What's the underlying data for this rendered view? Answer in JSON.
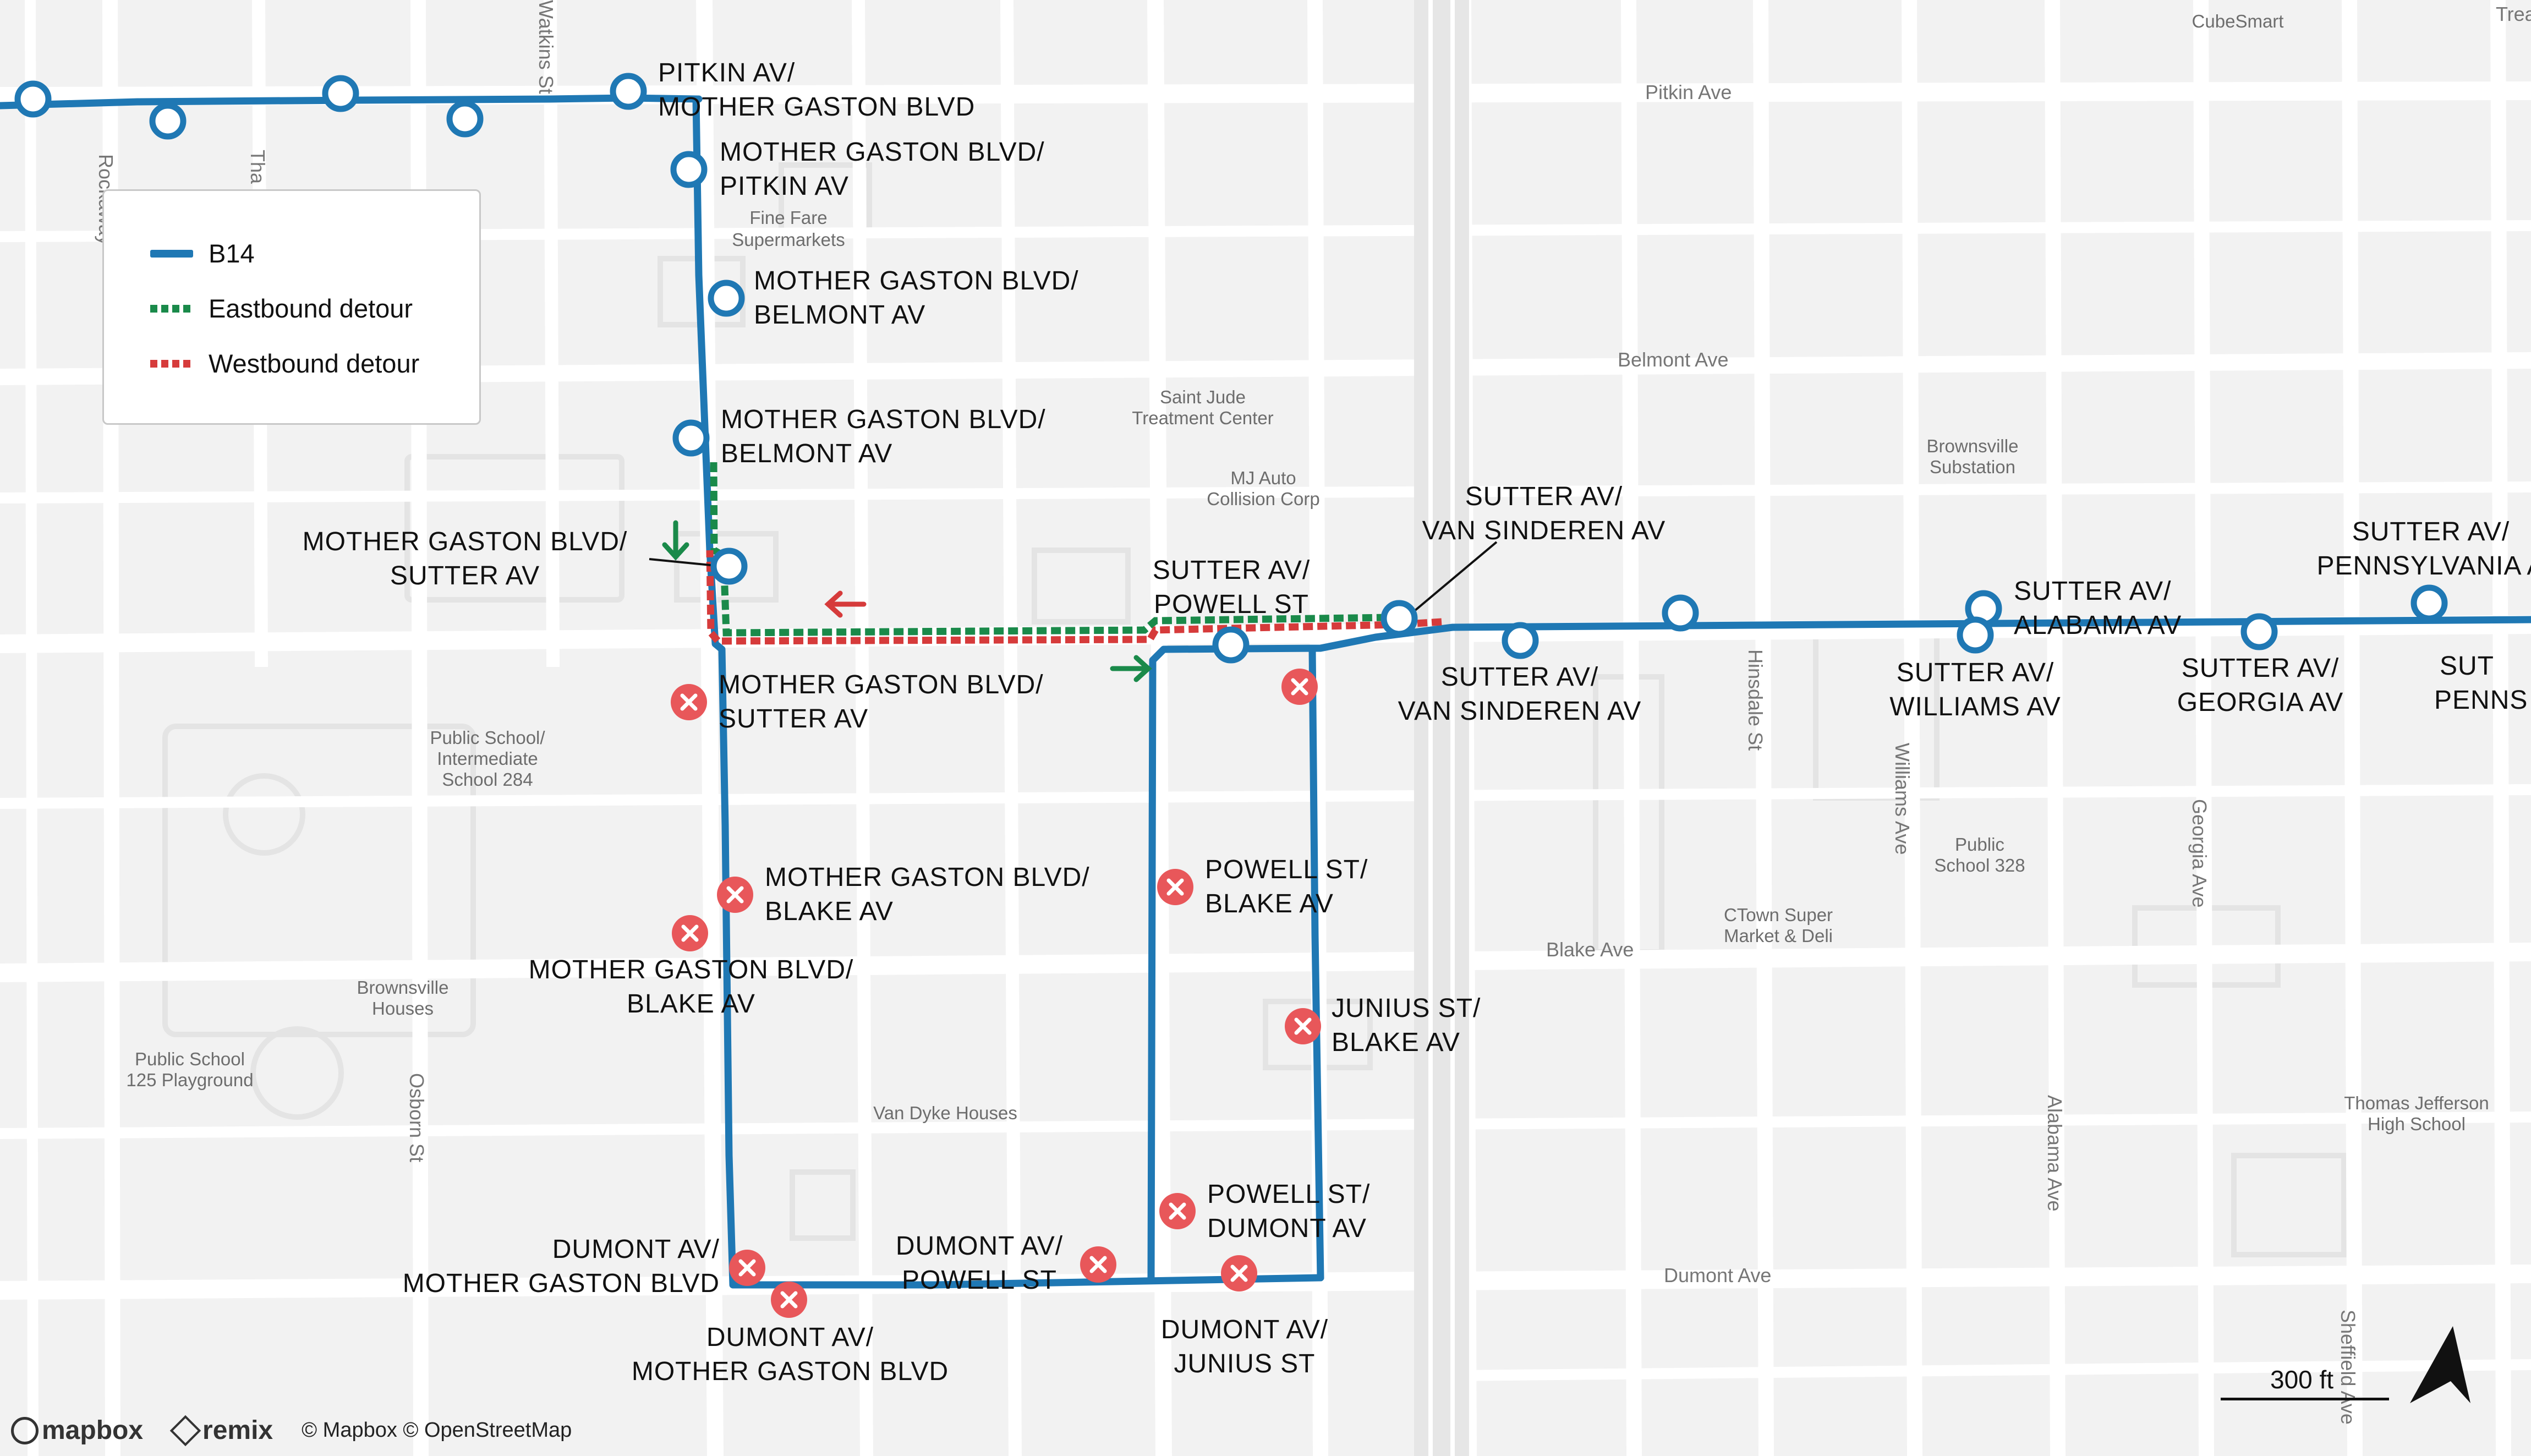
{
  "legend": {
    "items": [
      {
        "label": "B14",
        "kind": "route"
      },
      {
        "label": "Eastbound detour",
        "kind": "east"
      },
      {
        "label": "Westbound detour",
        "kind": "west"
      }
    ]
  },
  "colors": {
    "route": "#1f78b4",
    "eastbound_detour": "#1a8a4a",
    "westbound_detour": "#d63b3b",
    "closed_stop": "#e8575a",
    "street": "#ffffff",
    "background": "#f2f2f2"
  },
  "streets": {
    "pitkin": "Pitkin Ave",
    "belmont": "Belmont Ave",
    "blake": "Blake Ave",
    "dumont": "Dumont Ave",
    "hinsdale": "Hinsdale St",
    "williams": "Williams Ave",
    "georgia": "Georgia Ave",
    "alabama": "Alabama Ave",
    "sheffield": "Sheffield Ave",
    "osborn": "Osborn St",
    "watkins": "Watkins St",
    "rockaway": "Rockaway",
    "thatford": "Tha",
    "trea": "Trea"
  },
  "pois": {
    "cubesmart": "CubeSmart",
    "fine_fare_1": "Fine Fare",
    "fine_fare_2": "Supermarkets",
    "saint_jude_1": "Saint Jude",
    "saint_jude_2": "Treatment Center",
    "mj_auto_1": "MJ Auto",
    "mj_auto_2": "Collision Corp",
    "brownsville_sub_1": "Brownsville",
    "brownsville_sub_2": "Substation",
    "ps284_1": "Public School/",
    "ps284_2": "Intermediate",
    "ps284_3": "School 284",
    "brownsville_houses_1": "Brownsville",
    "brownsville_houses_2": "Houses",
    "ps125_1": "Public School",
    "ps125_2": "125 Playground",
    "van_dyke": "Van Dyke Houses",
    "ctown_1": "CTown Super",
    "ctown_2": "Market & Deli",
    "ps328_1": "Public",
    "ps328_2": "School 328",
    "thomas_1": "Thomas Jefferson",
    "thomas_2": "High School"
  },
  "stops": {
    "pitkin_mg": [
      "PITKIN AV/",
      "MOTHER GASTON BLVD"
    ],
    "mg_pitkin": [
      "MOTHER GASTON BLVD/",
      "PITKIN AV"
    ],
    "mg_belmont_1": [
      "MOTHER GASTON BLVD/",
      "BELMONT AV"
    ],
    "mg_belmont_2": [
      "MOTHER GASTON BLVD/",
      "BELMONT AV"
    ],
    "mg_sutter_left": [
      "MOTHER GASTON BLVD/",
      "SUTTER AV"
    ],
    "mg_sutter_closed": [
      "MOTHER GASTON BLVD/",
      "SUTTER AV"
    ],
    "sutter_powell": [
      "SUTTER AV/",
      "POWELL ST"
    ],
    "sutter_vs_top": [
      "SUTTER AV/",
      "VAN SINDEREN AV"
    ],
    "sutter_vs_bottom": [
      "SUTTER AV/",
      "VAN SINDEREN AV"
    ],
    "sutter_alabama": [
      "SUTTER AV/",
      "ALABAMA AV"
    ],
    "sutter_williams": [
      "SUTTER AV/",
      "WILLIAMS AV"
    ],
    "sutter_georgia": [
      "SUTTER AV/",
      "GEORGIA AV"
    ],
    "sutter_penn": [
      "SUTTER AV/",
      "PENNSYLVANIA A"
    ],
    "sutter_penn_cut": [
      "SUT",
      "PENNS"
    ],
    "mg_blake_1": [
      "MOTHER GASTON BLVD/",
      "BLAKE AV"
    ],
    "mg_blake_2": [
      "MOTHER GASTON BLVD/",
      "BLAKE AV"
    ],
    "powell_blake": [
      "POWELL ST/",
      "BLAKE AV"
    ],
    "junius_blake": [
      "JUNIUS ST/",
      "BLAKE AV"
    ],
    "powell_dumont": [
      "POWELL ST/",
      "DUMONT AV"
    ],
    "dumont_mg_1": [
      "DUMONT AV/",
      "MOTHER GASTON BLVD"
    ],
    "dumont_mg_2": [
      "DUMONT AV/",
      "MOTHER GASTON BLVD"
    ],
    "dumont_powell": [
      "DUMONT AV/",
      "POWELL ST"
    ],
    "dumont_junius": [
      "DUMONT AV/",
      "JUNIUS ST"
    ]
  },
  "scale": {
    "label": "300 ft"
  },
  "attribution": {
    "mapbox_logo": "mapbox",
    "remix_logo": "remix",
    "text": "© Mapbox © OpenStreetMap"
  }
}
